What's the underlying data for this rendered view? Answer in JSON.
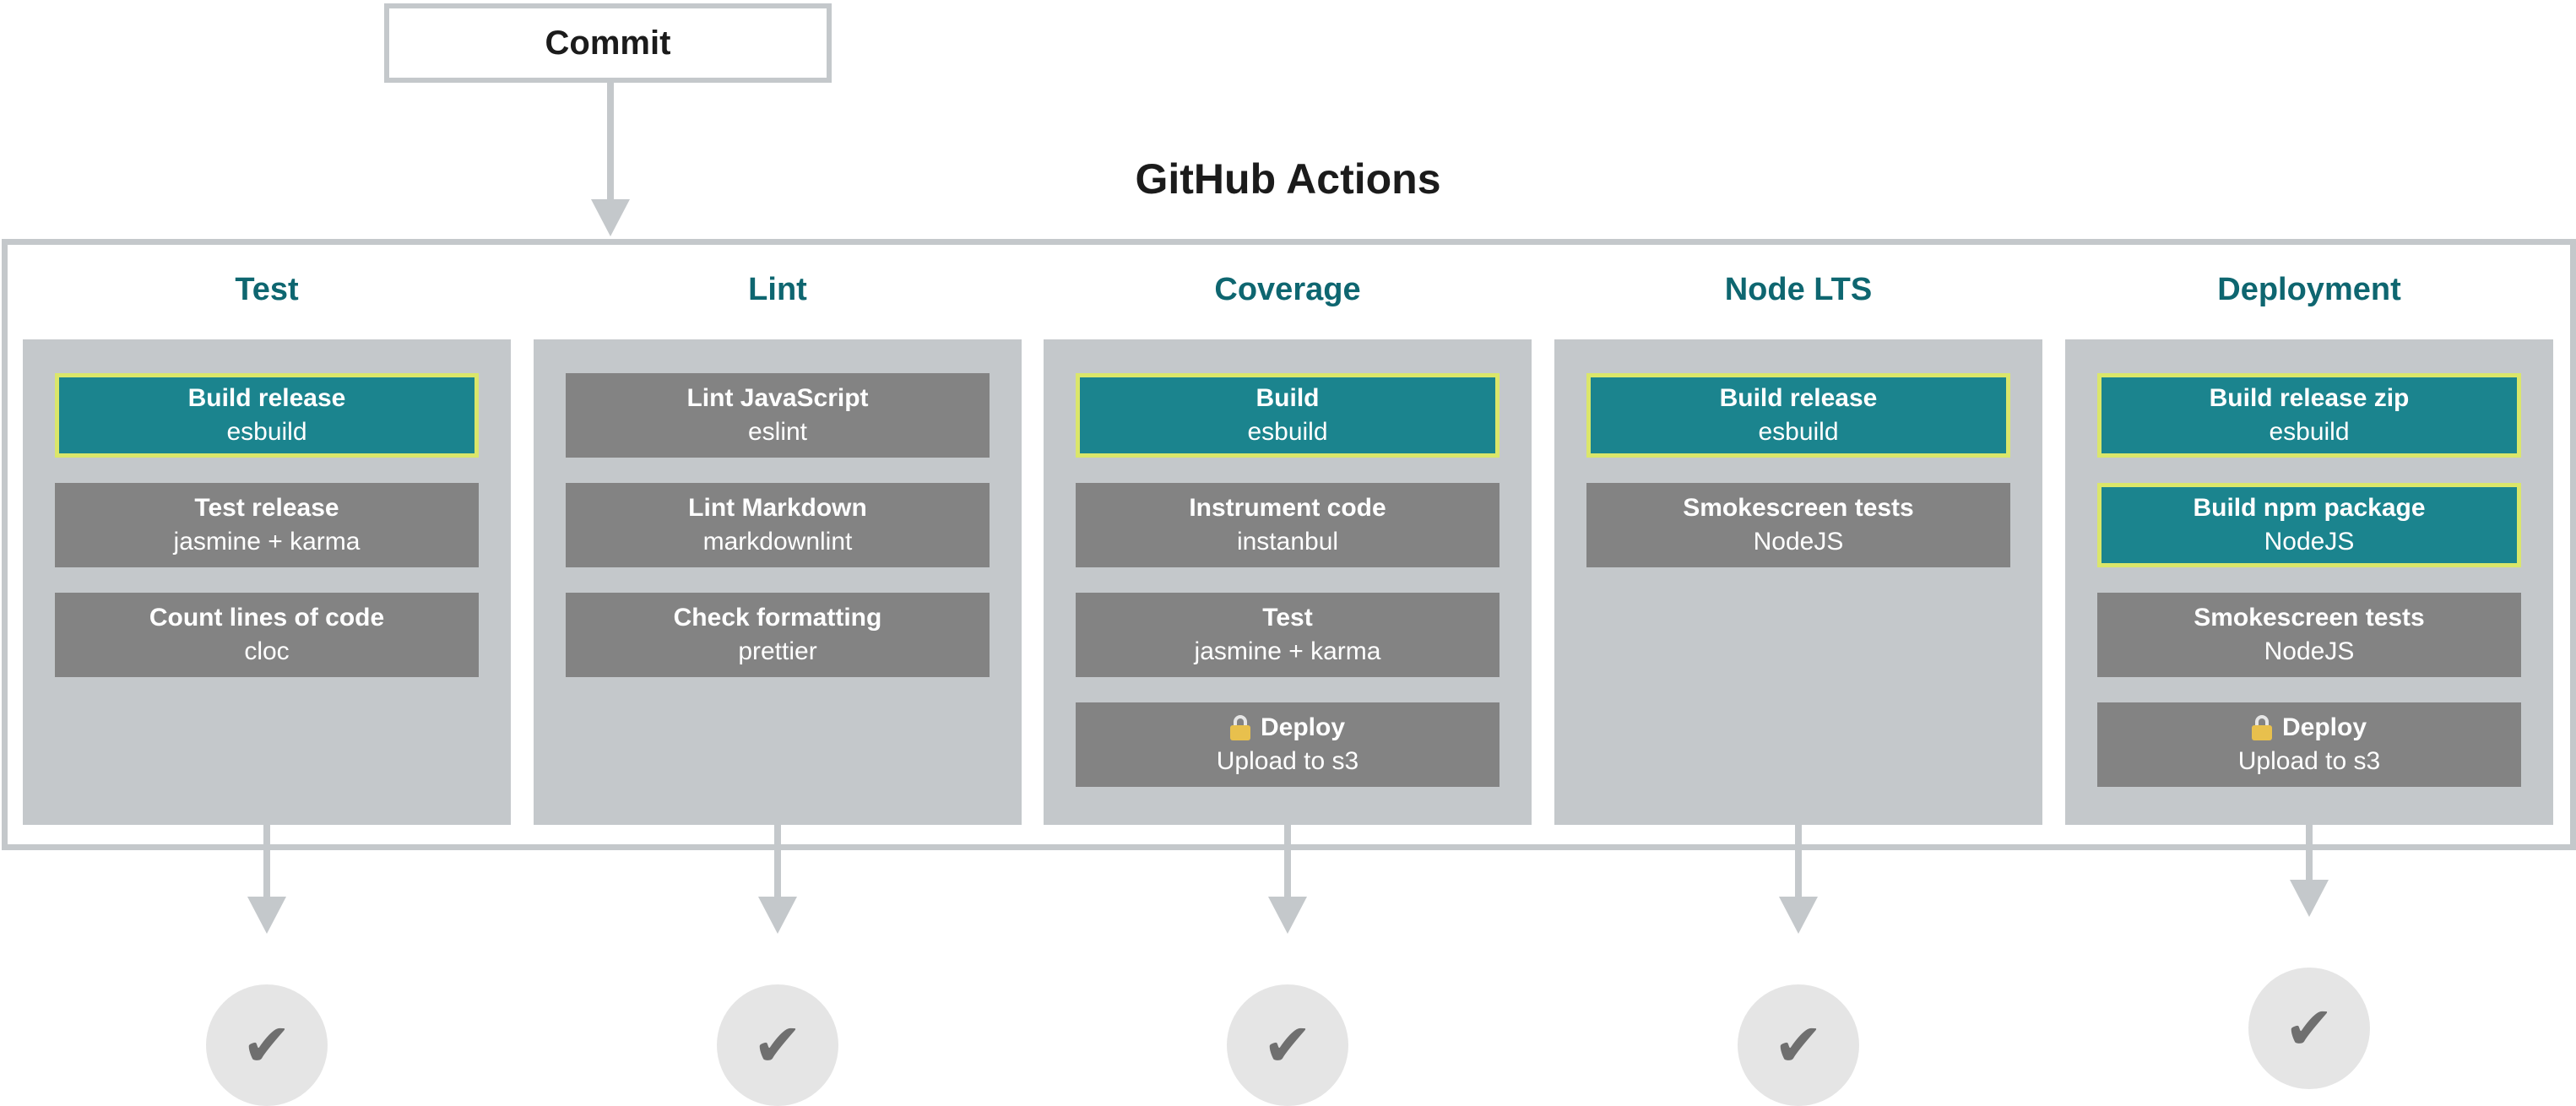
{
  "commit": {
    "label": "Commit"
  },
  "title": "GitHub Actions",
  "columns": [
    {
      "name": "Test",
      "steps": [
        {
          "title": "Build release",
          "sub": "esbuild",
          "highlight": true,
          "locked": false
        },
        {
          "title": "Test release",
          "sub": "jasmine + karma",
          "highlight": false,
          "locked": false
        },
        {
          "title": "Count lines of code",
          "sub": "cloc",
          "highlight": false,
          "locked": false
        }
      ],
      "status": "✔"
    },
    {
      "name": "Lint",
      "steps": [
        {
          "title": "Lint JavaScript",
          "sub": "eslint",
          "highlight": false,
          "locked": false
        },
        {
          "title": "Lint Markdown",
          "sub": "markdownlint",
          "highlight": false,
          "locked": false
        },
        {
          "title": "Check formatting",
          "sub": "prettier",
          "highlight": false,
          "locked": false
        }
      ],
      "status": "✔"
    },
    {
      "name": "Coverage",
      "steps": [
        {
          "title": "Build",
          "sub": "esbuild",
          "highlight": true,
          "locked": false
        },
        {
          "title": "Instrument code",
          "sub": "instanbul",
          "highlight": false,
          "locked": false
        },
        {
          "title": "Test",
          "sub": "jasmine + karma",
          "highlight": false,
          "locked": false
        },
        {
          "title": "Deploy",
          "sub": "Upload to s3",
          "highlight": false,
          "locked": true
        }
      ],
      "status": "✔"
    },
    {
      "name": "Node LTS",
      "steps": [
        {
          "title": "Build release",
          "sub": "esbuild",
          "highlight": true,
          "locked": false
        },
        {
          "title": "Smokescreen tests",
          "sub": "NodeJS",
          "highlight": false,
          "locked": false
        }
      ],
      "status": "✔"
    },
    {
      "name": "Deployment",
      "steps": [
        {
          "title": "Build release zip",
          "sub": "esbuild",
          "highlight": true,
          "locked": false
        },
        {
          "title": "Build npm package",
          "sub": "NodeJS",
          "highlight": true,
          "locked": false
        },
        {
          "title": "Smokescreen tests",
          "sub": "NodeJS",
          "highlight": false,
          "locked": false
        },
        {
          "title": "Deploy",
          "sub": "Upload to s3",
          "highlight": false,
          "locked": true
        }
      ],
      "status": "✔"
    }
  ],
  "colors": {
    "accent": "#0e6670",
    "highlight_fill": "#1b848e",
    "highlight_border": "#dbe66a",
    "step_fill": "#838383",
    "panel": "#c4c8cb"
  },
  "icons": {
    "lock": "lock-icon",
    "status": "checkmark-icon"
  }
}
